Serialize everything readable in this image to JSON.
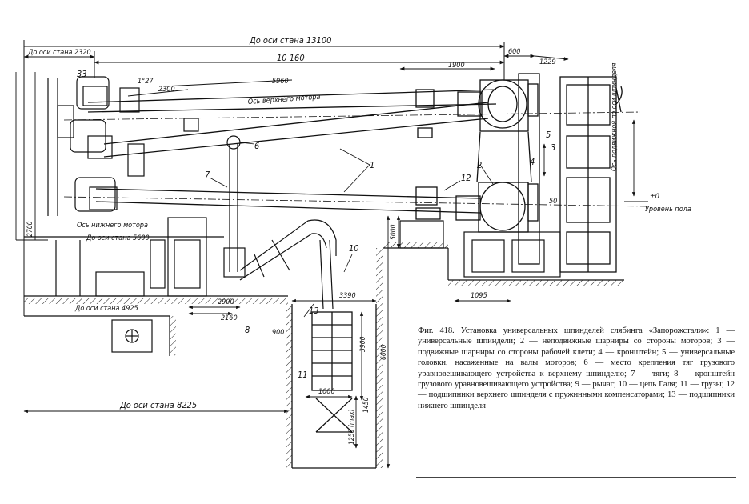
{
  "dimensions": {
    "top_axis": "До оси стана 13100",
    "left_axis": "До оси стана 2320",
    "d10160": "10 160",
    "d1900": "1900",
    "d600": "600",
    "d1229": "1229",
    "d5960": "5960",
    "d2300": "2300",
    "d127": "1°27'",
    "axis_motor_upper": "Ось верхнего мотора",
    "axis_motor_lower": "Ось нижнего мотора",
    "axis_4925": "До оси стана 4925",
    "axis_5600": "До оси стана 5600",
    "axis_8225": "До оси стана 8225",
    "axis_shift": "Ось подвижной по оси шпинделя",
    "d1095": "1095",
    "d3390": "3390",
    "d2900": "2900",
    "d2160": "2160",
    "d1000": "1000",
    "d1450": "1450",
    "d1250": "1250 (max)",
    "d6000": "6000",
    "d3900": "3900",
    "d2700": "2700",
    "d900": "900",
    "d50": "50",
    "d5000": "5000",
    "axis_0": "±0",
    "axis_0_sub": "Уровень пола"
  },
  "part_labels": {
    "p1": "1",
    "p2": "2",
    "p3": "3",
    "p4": "4",
    "p5": "5",
    "p6": "6",
    "p7": "7",
    "p8": "8",
    "p10": "10",
    "p11": "11",
    "p12": "12",
    "p13": "13",
    "p33": "33"
  },
  "caption": {
    "lead": "Фиг. 418. Установка универсальных шпинделей слябинга «Запорожстали»:",
    "body": " 1 — универсальные шпиндели; 2 — неподвижные шарниры со стороны моторов; 3 — подвижные шарниры со стороны рабочей клети; 4 — кронштейн; 5 — универсальные головки, насаженные на валы моторов; 6 — место крепления тяг грузового уравновешивающего устройства к верхнему шпинделю; 7 — тяги; 8 — кронштейн грузового уравновешивающего устройства; 9 — рычаг; 10 — цепь Галя; 11 — грузы; 12 — подшипники верхнего шпинделя с пружинными компенсаторами; 13 — подшипники нижнего шпинделя"
  },
  "colors": {
    "ink": "#111111",
    "paper": "#ffffff"
  }
}
